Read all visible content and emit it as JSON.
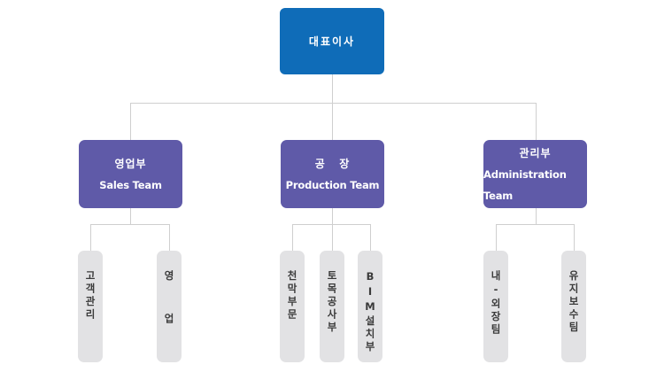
{
  "org": {
    "ceo": "대표이사",
    "departments": [
      {
        "name_ko": "영업부",
        "name_en": "Sales Team",
        "teams": [
          "고객관리",
          "영  업"
        ]
      },
      {
        "name_ko": "공   장",
        "name_en": "Production Team",
        "teams": [
          "천막부문",
          "토목공사부",
          "BIM설치부"
        ]
      },
      {
        "name_ko": "관리부",
        "name_en": "Administration Team",
        "teams": [
          "내-외장팀",
          "유지보수팀"
        ]
      }
    ]
  },
  "colors": {
    "ceo": "#0f6cb8",
    "department": "#5f5aa8",
    "team": "#e2e2e4",
    "line": "#cfcfcf"
  }
}
